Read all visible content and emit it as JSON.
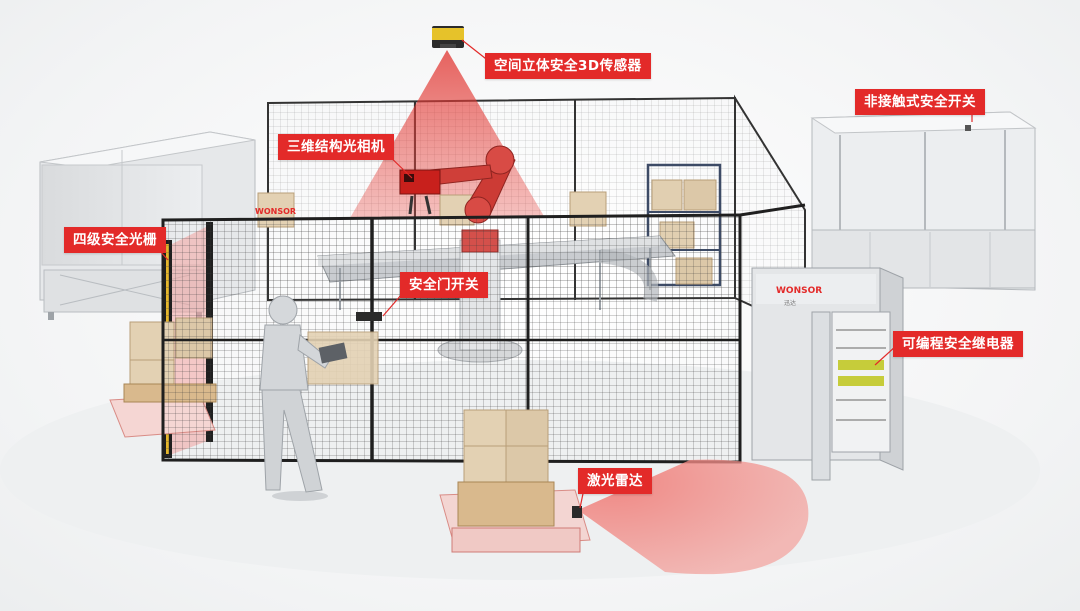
{
  "callouts": {
    "sensor_3d": "空间立体安全3D传感器",
    "camera_3d": "三维结构光相机",
    "non_contact_switch": "非接触式安全开关",
    "light_curtain": "四级安全光栅",
    "door_switch": "安全门开关",
    "safety_relay": "可编程安全继电器",
    "laser_radar": "激光雷达"
  },
  "branding": {
    "logo_text": "WONSOR",
    "logo_sub": "迅达"
  },
  "colors": {
    "accent": "#e32a29",
    "accent_zone": "#f08b86",
    "fence": "#2b2b2b",
    "floor": "#f4f5f6"
  }
}
